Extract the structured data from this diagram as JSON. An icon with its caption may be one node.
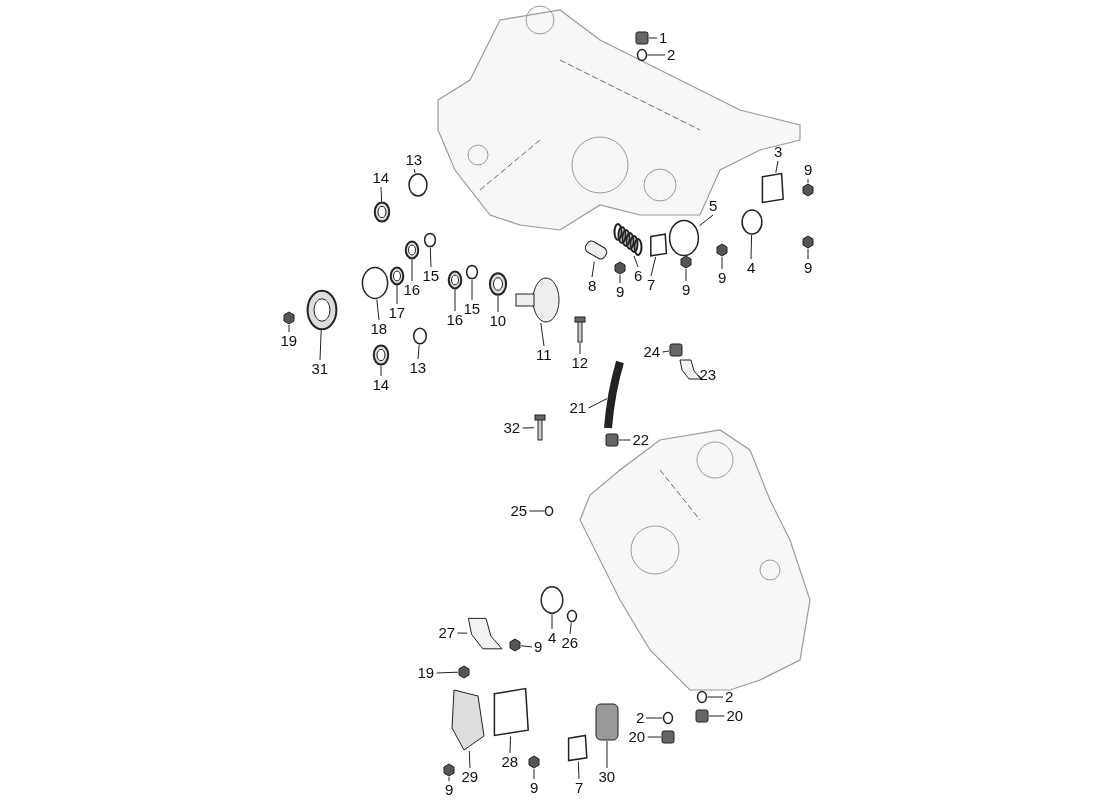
{
  "diagram": {
    "nodes": [
      {
        "text": [
          "1"
        ]
      },
      {
        "text": [
          "2"
        ]
      },
      {
        "text": [
          "3"
        ]
      },
      {
        "text": [
          "9"
        ]
      },
      {
        "text": [
          "13"
        ]
      },
      {
        "text": [
          "14"
        ]
      },
      {
        "text": [
          "5"
        ]
      },
      {
        "text": [
          "4"
        ]
      },
      {
        "text": [
          "9"
        ]
      },
      {
        "text": [
          "15"
        ]
      },
      {
        "text": [
          "6"
        ]
      },
      {
        "text": [
          "7"
        ]
      },
      {
        "text": [
          "16"
        ]
      },
      {
        "text": [
          "8"
        ]
      },
      {
        "text": [
          "9"
        ]
      },
      {
        "text": [
          "9"
        ]
      },
      {
        "text": [
          "9"
        ]
      },
      {
        "text": [
          "17"
        ]
      },
      {
        "text": [
          "15"
        ]
      },
      {
        "text": [
          "16"
        ]
      },
      {
        "text": [
          "10"
        ]
      },
      {
        "text": [
          "18"
        ]
      },
      {
        "text": [
          "19"
        ]
      },
      {
        "text": [
          "11"
        ]
      },
      {
        "text": [
          "24"
        ]
      },
      {
        "text": [
          "12"
        ]
      },
      {
        "text": [
          "31"
        ]
      },
      {
        "text": [
          "13"
        ]
      },
      {
        "text": [
          "23"
        ]
      },
      {
        "text": [
          "14"
        ]
      },
      {
        "text": [
          "21"
        ]
      },
      {
        "text": [
          "32"
        ]
      },
      {
        "text": [
          "22"
        ]
      },
      {
        "text": [
          "25"
        ]
      },
      {
        "text": [
          "27"
        ]
      },
      {
        "text": [
          "4"
        ]
      },
      {
        "text": [
          "9"
        ]
      },
      {
        "text": [
          "26"
        ]
      },
      {
        "text": [
          "19"
        ]
      },
      {
        "text": [
          "2"
        ]
      },
      {
        "text": [
          "20"
        ]
      },
      {
        "text": [
          "2"
        ]
      },
      {
        "text": [
          "20"
        ]
      },
      {
        "text": [
          "28"
        ]
      },
      {
        "text": [
          "29"
        ]
      },
      {
        "text": [
          "30"
        ]
      },
      {
        "text": [
          "7"
        ]
      },
      {
        "text": [
          "9"
        ]
      },
      {
        "text": [
          "9"
        ]
      },
      {
        "text": [],
        "shape": "plug"
      },
      {
        "text": [],
        "shape": "ring"
      },
      {
        "text": [],
        "shape": "gasket"
      },
      {
        "text": [],
        "shape": "nut"
      },
      {
        "text": [],
        "shape": "ring"
      },
      {
        "text": [],
        "shape": "seal"
      },
      {
        "text": [],
        "shape": "ring"
      },
      {
        "text": [],
        "shape": "ring"
      },
      {
        "text": [],
        "shape": "nut"
      },
      {
        "text": [],
        "shape": "ring"
      },
      {
        "text": [],
        "shape": "spring"
      },
      {
        "text": [],
        "shape": "gasket"
      },
      {
        "text": [],
        "shape": "seal"
      },
      {
        "text": [],
        "shape": "sleeve"
      },
      {
        "text": [],
        "shape": "nut"
      },
      {
        "text": [],
        "shape": "nut"
      },
      {
        "text": [],
        "shape": "nut"
      },
      {
        "text": [],
        "shape": "seal"
      },
      {
        "text": [],
        "shape": "ring"
      },
      {
        "text": [],
        "shape": "seal"
      },
      {
        "text": [],
        "shape": "seal"
      },
      {
        "text": [],
        "shape": "ring"
      },
      {
        "text": [],
        "shape": "nut"
      },
      {
        "text": [],
        "shape": "shaft"
      },
      {
        "text": [],
        "shape": "plug"
      },
      {
        "text": [],
        "shape": "bolt"
      },
      {
        "text": [],
        "shape": "seal"
      },
      {
        "text": [],
        "shape": "ring"
      },
      {
        "text": [],
        "shape": "bracket"
      },
      {
        "text": [],
        "shape": "seal"
      },
      {
        "text": [],
        "shape": "hose"
      },
      {
        "text": [],
        "shape": "bolt"
      },
      {
        "text": [],
        "shape": "plug"
      },
      {
        "text": [],
        "shape": "ring"
      },
      {
        "text": [],
        "shape": "bracket"
      },
      {
        "text": [],
        "shape": "ring"
      },
      {
        "text": [],
        "shape": "nut"
      },
      {
        "text": [],
        "shape": "ring"
      },
      {
        "text": [],
        "shape": "nut"
      },
      {
        "text": [],
        "shape": "ring"
      },
      {
        "text": [],
        "shape": "plug"
      },
      {
        "text": [],
        "shape": "ring"
      },
      {
        "text": [],
        "shape": "plug"
      },
      {
        "text": [],
        "shape": "gasket"
      },
      {
        "text": [],
        "shape": "pump"
      },
      {
        "text": [],
        "shape": "filter"
      },
      {
        "text": [],
        "shape": "gasket"
      },
      {
        "text": [],
        "shape": "nut"
      },
      {
        "text": [],
        "shape": "nut"
      }
    ],
    "edges": [
      {
        "from": 0,
        "to": 49,
        "arrow": "none"
      },
      {
        "from": 1,
        "to": 50,
        "arrow": "none"
      },
      {
        "from": 2,
        "to": 51,
        "arrow": "none"
      },
      {
        "from": 3,
        "to": 52,
        "arrow": "none"
      },
      {
        "from": 4,
        "to": 53,
        "arrow": "none"
      },
      {
        "from": 5,
        "to": 54,
        "arrow": "none"
      },
      {
        "from": 6,
        "to": 55,
        "arrow": "none"
      },
      {
        "from": 7,
        "to": 56,
        "arrow": "none"
      },
      {
        "from": 8,
        "to": 57,
        "arrow": "none"
      },
      {
        "from": 9,
        "to": 58,
        "arrow": "none"
      },
      {
        "from": 10,
        "to": 59,
        "arrow": "none"
      },
      {
        "from": 11,
        "to": 60,
        "arrow": "none"
      },
      {
        "from": 12,
        "to": 61,
        "arrow": "none"
      },
      {
        "from": 13,
        "to": 62,
        "arrow": "none"
      },
      {
        "from": 14,
        "to": 63,
        "arrow": "none"
      },
      {
        "from": 15,
        "to": 64,
        "arrow": "none"
      },
      {
        "from": 16,
        "to": 65,
        "arrow": "none"
      },
      {
        "from": 17,
        "to": 66,
        "arrow": "none"
      },
      {
        "from": 18,
        "to": 67,
        "arrow": "none"
      },
      {
        "from": 19,
        "to": 68,
        "arrow": "none"
      },
      {
        "from": 20,
        "to": 69,
        "arrow": "none"
      },
      {
        "from": 21,
        "to": 70,
        "arrow": "none"
      },
      {
        "from": 22,
        "to": 71,
        "arrow": "none"
      },
      {
        "from": 23,
        "to": 72,
        "arrow": "none"
      },
      {
        "from": 24,
        "to": 73,
        "arrow": "none"
      },
      {
        "from": 25,
        "to": 74,
        "arrow": "none"
      },
      {
        "from": 26,
        "to": 75,
        "arrow": "none"
      },
      {
        "from": 27,
        "to": 76,
        "arrow": "none"
      },
      {
        "from": 28,
        "to": 77,
        "arrow": "none"
      },
      {
        "from": 29,
        "to": 78,
        "arrow": "none"
      },
      {
        "from": 30,
        "to": 79,
        "arrow": "none"
      },
      {
        "from": 31,
        "to": 80,
        "arrow": "none"
      },
      {
        "from": 32,
        "to": 81,
        "arrow": "none"
      },
      {
        "from": 33,
        "to": 82,
        "arrow": "none"
      },
      {
        "from": 34,
        "to": 83,
        "arrow": "none"
      },
      {
        "from": 35,
        "to": 84,
        "arrow": "none"
      },
      {
        "from": 36,
        "to": 85,
        "arrow": "none"
      },
      {
        "from": 37,
        "to": 86,
        "arrow": "none"
      },
      {
        "from": 38,
        "to": 87,
        "arrow": "none"
      },
      {
        "from": 39,
        "to": 88,
        "arrow": "none"
      },
      {
        "from": 40,
        "to": 89,
        "arrow": "none"
      },
      {
        "from": 41,
        "to": 90,
        "arrow": "none"
      },
      {
        "from": 42,
        "to": 91,
        "arrow": "none"
      },
      {
        "from": 43,
        "to": 92,
        "arrow": "none"
      },
      {
        "from": 44,
        "to": 93,
        "arrow": "none"
      },
      {
        "from": 45,
        "to": 94,
        "arrow": "none"
      },
      {
        "from": 46,
        "to": 95,
        "arrow": "none"
      },
      {
        "from": 47,
        "to": 96,
        "arrow": "none"
      },
      {
        "from": 48,
        "to": 97,
        "arrow": "none"
      }
    ]
  }
}
